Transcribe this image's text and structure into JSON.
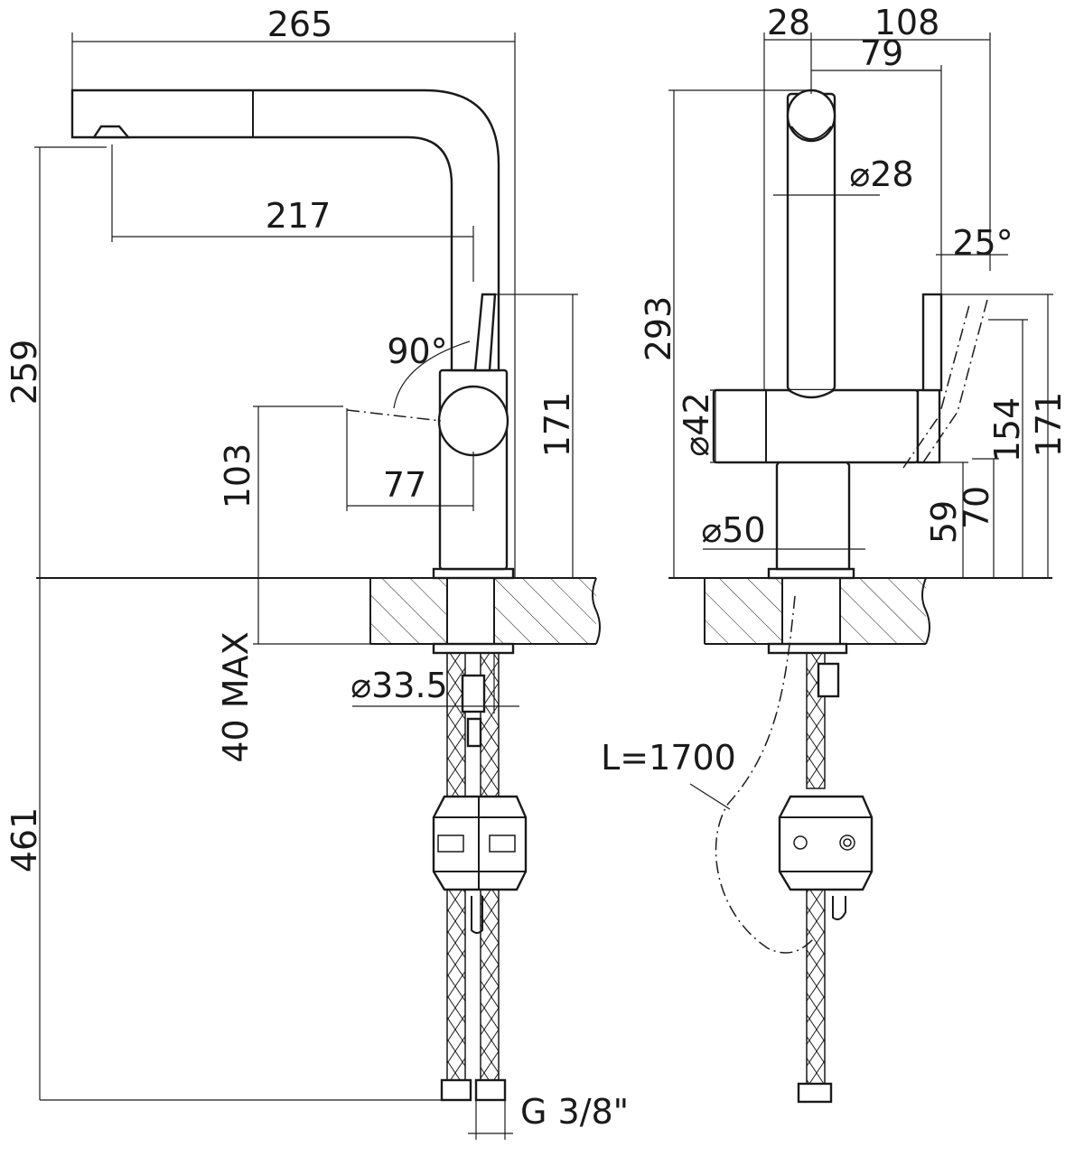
{
  "dimensions": {
    "side": {
      "total_length": "265",
      "spout_reach": "217",
      "total_height": "259",
      "lever_angle": "90°",
      "lever_height": "103",
      "lever_reach": "77",
      "body_height": "171",
      "counter_max": "40 MAX",
      "hole_dia": "⌀33.5",
      "below_length": "461",
      "thread": "G 3/8\""
    },
    "front": {
      "spout_offset": "28",
      "total_depth": "108",
      "lever_offset": "79",
      "spout_dia": "⌀28",
      "tilt_angle": "25°",
      "total_height": "293",
      "body_dia": "⌀42",
      "height_154": "154",
      "height_171": "171",
      "height_59": "59",
      "height_70": "70",
      "base_dia": "⌀50",
      "hose_length": "L=1700"
    }
  }
}
